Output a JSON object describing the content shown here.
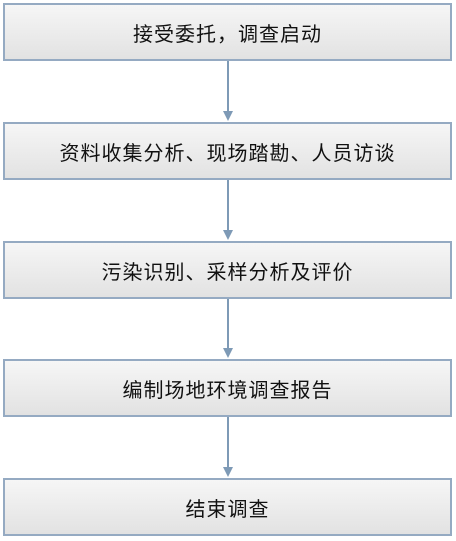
{
  "flowchart": {
    "steps": [
      {
        "label": "接受委托，调查启动"
      },
      {
        "label": "资料收集分析、现场踏勘、人员访谈"
      },
      {
        "label": "污染识别、采样分析及评价"
      },
      {
        "label": "编制场地环境调查报告"
      },
      {
        "label": "结束调查"
      }
    ]
  },
  "colors": {
    "box_border": "#95aac2",
    "box_fill_top": "#f6f6f6",
    "box_fill_bottom": "#e2e2e2",
    "arrow": "#7e9ab6",
    "text": "#111111"
  }
}
